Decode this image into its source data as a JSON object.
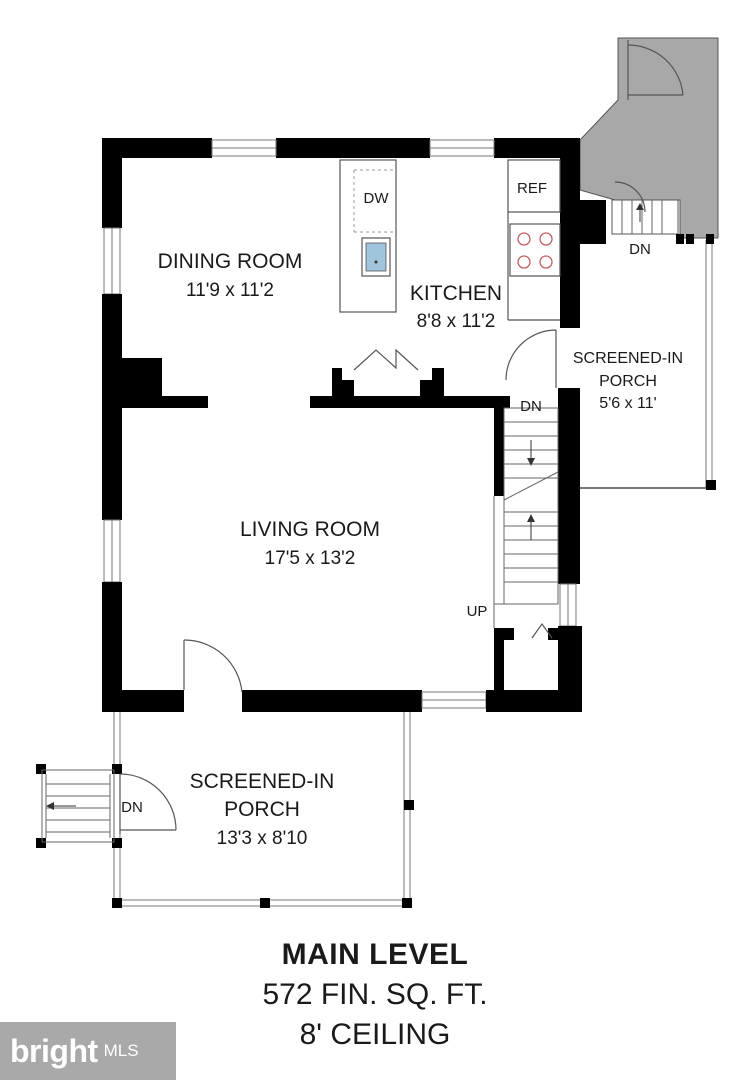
{
  "rooms": {
    "dining": {
      "name": "DINING ROOM",
      "dims": "11'9 x 11'2"
    },
    "kitchen": {
      "name": "KITCHEN",
      "dims": "8'8 x 11'2"
    },
    "living": {
      "name": "LIVING ROOM",
      "dims": "17'5 x 13'2"
    },
    "porch_right": {
      "name_line1": "SCREENED-IN",
      "name_line2": "PORCH",
      "dims": "5'6 x 11'"
    },
    "porch_front": {
      "name_line1": "SCREENED-IN",
      "name_line2": "PORCH",
      "dims": "13'3 x 8'10"
    }
  },
  "fixtures": {
    "dishwasher": "DW",
    "refrigerator": "REF"
  },
  "stairs": {
    "down_right_porch": "DN",
    "down_interior": "DN",
    "up_interior": "UP",
    "down_front_porch": "DN"
  },
  "title": {
    "level": "MAIN LEVEL",
    "area": "572 FIN. SQ. FT.",
    "ceiling": "8' CEILING"
  },
  "logo": {
    "word": "bright",
    "suffix": "MLS"
  },
  "colors": {
    "wall": "#000000",
    "deck": "#a8a8a8",
    "logo_bg": "#a9a9a9"
  }
}
